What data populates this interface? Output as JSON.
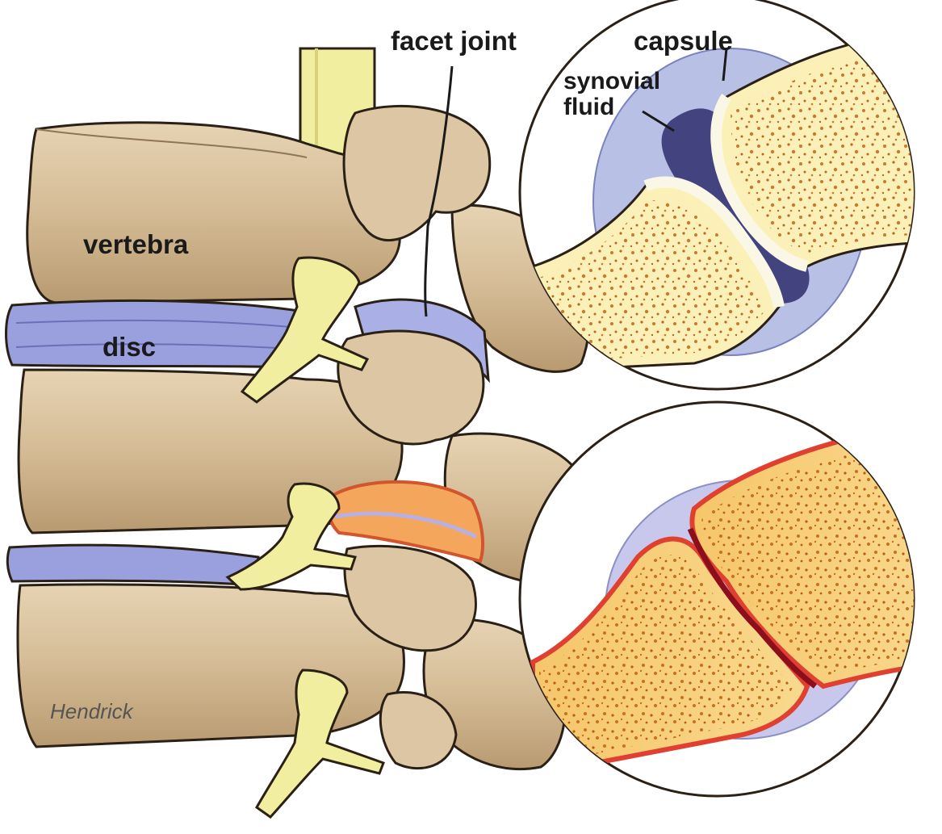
{
  "labels": {
    "facet_joint": "facet joint",
    "capsule": "capsule",
    "synovial": "synovial",
    "fluid": "fluid",
    "vertebra": "vertebra",
    "disc": "disc"
  },
  "signature": "Hendrick",
  "colors": {
    "bone": "#d9c3a1",
    "bone_shadow": "#a88c66",
    "outline": "#2b2016",
    "disc": "#9aa0dd",
    "nerve": "#f1eea0",
    "cortical": "#fbf0b8",
    "cartilage": "#fbf7e6",
    "synovial_fluid": "#434380",
    "capsule": "#b9c0e6",
    "inflamed_orange": "#f2a040",
    "inflamed_red": "#e04030",
    "pore": "#c97a2a"
  }
}
